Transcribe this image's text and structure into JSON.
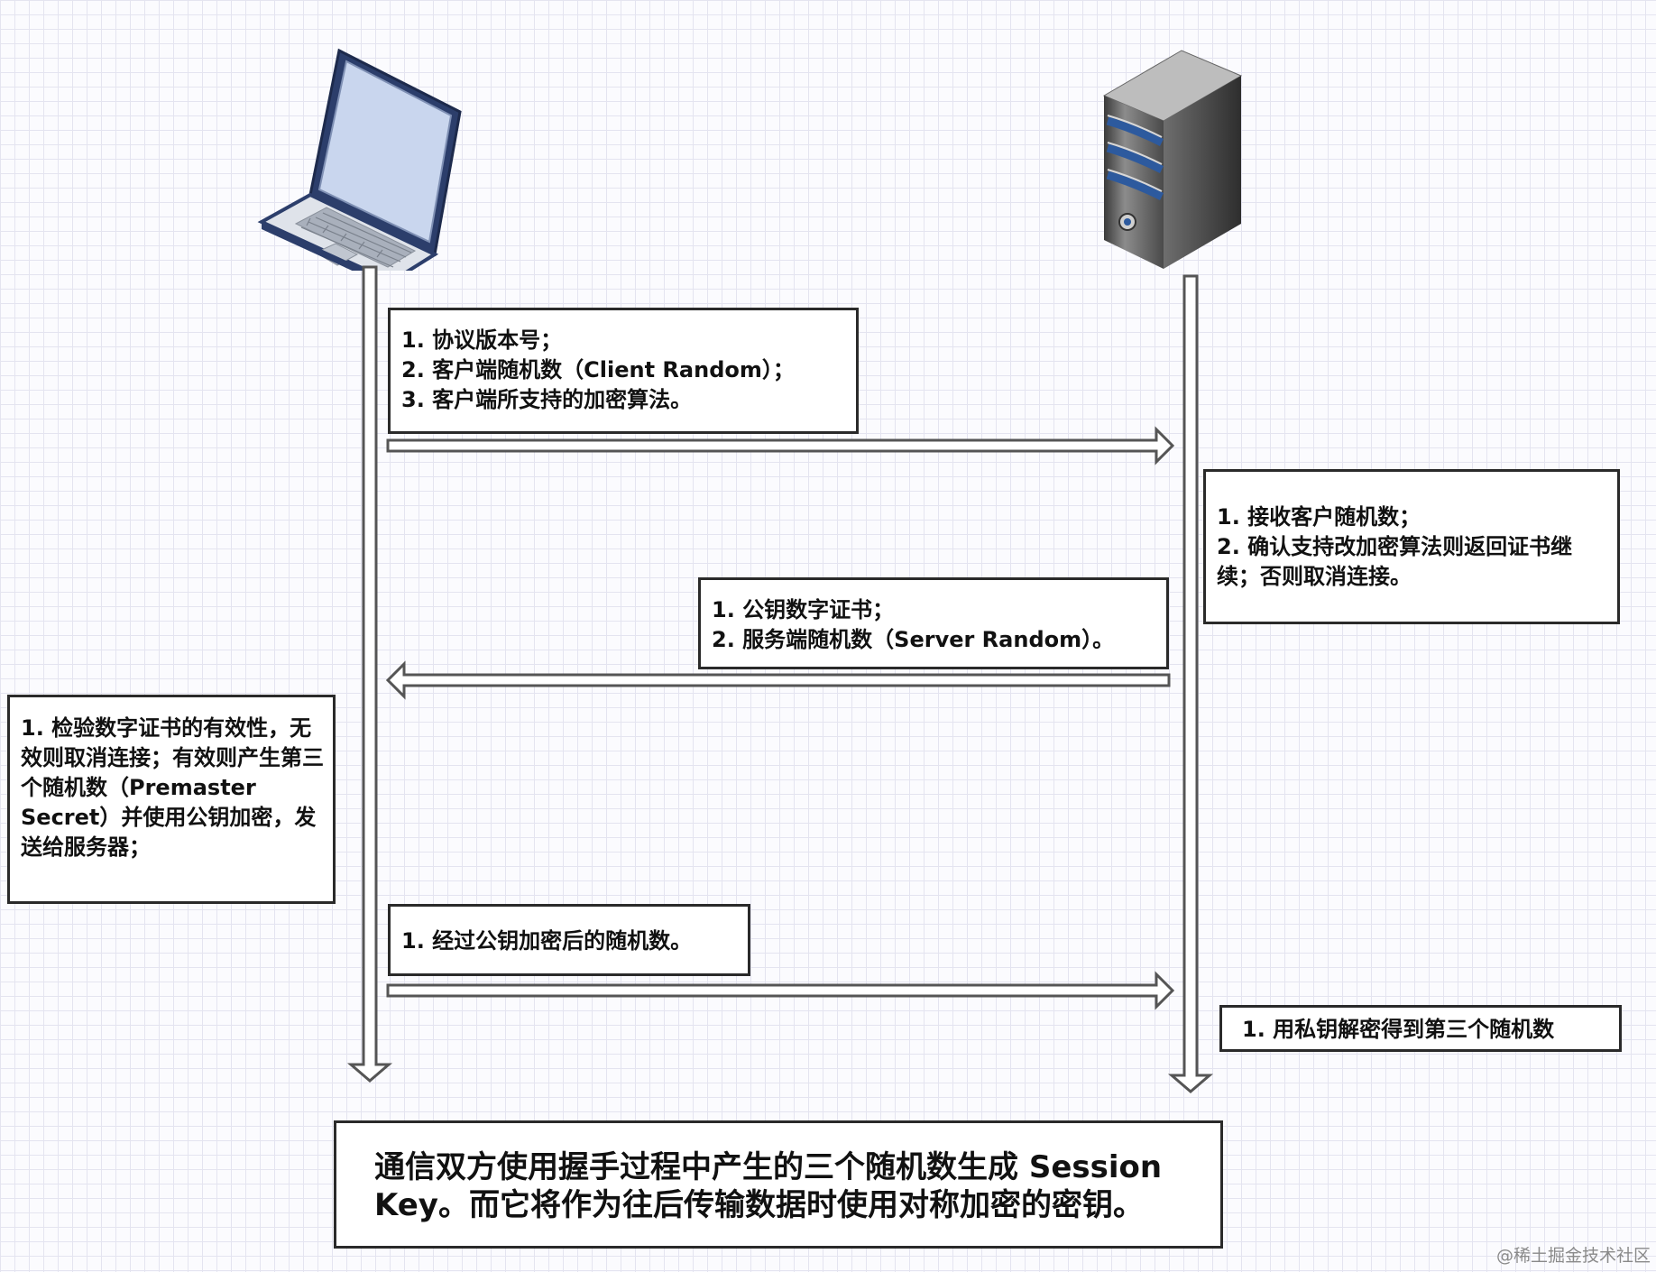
{
  "icons": {
    "client": "laptop-icon",
    "server": "server-tower-icon"
  },
  "colors": {
    "arrow_stroke": "#555555",
    "arrow_fill": "#ffffff",
    "box_border": "#2a2a2a",
    "laptop_screen": "#c9d6ee",
    "laptop_body": "#2c3e6b",
    "server_body": "#5a5a5a",
    "server_stripes": "#2d5a9e"
  },
  "steps": {
    "client_hello": {
      "lines": [
        "1. 协议版本号；",
        "2. 客户端随机数（Client Random）；",
        "3. 客户端所支持的加密算法。"
      ]
    },
    "server_check": {
      "lines": [
        "1. 接收客户随机数；",
        "2. 确认支持改加密算法则返回证书继续；否则取消连接。"
      ]
    },
    "server_hello": {
      "lines": [
        "1. 公钥数字证书；",
        "2. 服务端随机数（Server Random）。"
      ]
    },
    "client_verify": {
      "text": "1. 检验数字证书的有效性，无效则取消连接；有效则产生第三个随机数（Premaster Secret）并使用公钥加密，发送给服务器；"
    },
    "client_send": {
      "lines": [
        "1. 经过公钥加密后的随机数。"
      ]
    },
    "server_decrypt": {
      "lines": [
        "1. 用私钥解密得到第三个随机数"
      ]
    },
    "session_key": {
      "lines": [
        "通信双方使用握手过程中产生的三个随机数生成 Session",
        "Key。而它将作为往后传输数据时使用对称加密的密钥。"
      ]
    }
  },
  "arrows": [
    {
      "from": "client",
      "to": "server",
      "label_ref": "client_hello"
    },
    {
      "from": "server",
      "to": "client",
      "label_ref": "server_hello"
    },
    {
      "from": "client",
      "to": "server",
      "label_ref": "client_send"
    }
  ],
  "watermark": "@稀土掘金技术社区"
}
